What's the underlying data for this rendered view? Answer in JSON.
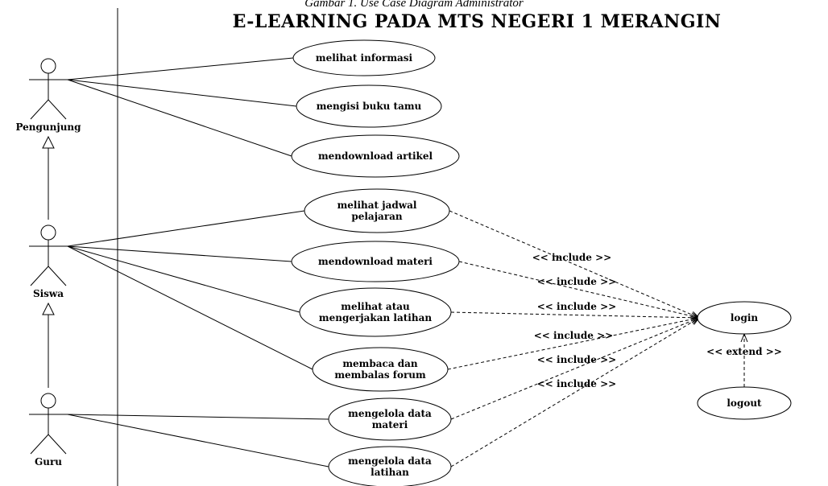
{
  "caption": "Gambar 1. Use Case Diagram Administrator",
  "title": "E-LEARNING PADA MTS NEGERI 1 MERANGIN",
  "actors": [
    {
      "id": "pengunjung",
      "name": "Pengunjung"
    },
    {
      "id": "siswa",
      "name": "Siswa"
    },
    {
      "id": "guru",
      "name": "Guru"
    }
  ],
  "use_cases": [
    {
      "id": "melihat-informasi",
      "lines": [
        "melihat informasi"
      ]
    },
    {
      "id": "mengisi-buku-tamu",
      "lines": [
        "mengisi buku tamu"
      ]
    },
    {
      "id": "mendownload-artikel",
      "lines": [
        "mendownload artikel"
      ]
    },
    {
      "id": "melihat-jadwal",
      "lines": [
        "melihat jadwal",
        "pelajaran"
      ]
    },
    {
      "id": "mendownload-materi",
      "lines": [
        "mendownload materi"
      ]
    },
    {
      "id": "melihat-latihan",
      "lines": [
        "melihat atau",
        "mengerjakan latihan"
      ]
    },
    {
      "id": "membaca-forum",
      "lines": [
        "membaca dan",
        "membalas forum"
      ]
    },
    {
      "id": "mengelola-materi",
      "lines": [
        "mengelola data",
        "materi"
      ]
    },
    {
      "id": "mengelola-latihan",
      "lines": [
        "mengelola data",
        "latihan"
      ]
    },
    {
      "id": "login",
      "lines": [
        "login"
      ]
    },
    {
      "id": "logout",
      "lines": [
        "logout"
      ]
    }
  ],
  "associations": [
    [
      "pengunjung",
      "melihat-informasi"
    ],
    [
      "pengunjung",
      "mengisi-buku-tamu"
    ],
    [
      "pengunjung",
      "mendownload-artikel"
    ],
    [
      "siswa",
      "melihat-jadwal"
    ],
    [
      "siswa",
      "mendownload-materi"
    ],
    [
      "siswa",
      "melihat-latihan"
    ],
    [
      "siswa",
      "membaca-forum"
    ],
    [
      "guru",
      "mengelola-materi"
    ],
    [
      "guru",
      "mengelola-latihan"
    ]
  ],
  "generalizations": [
    {
      "child": "siswa",
      "parent": "pengunjung"
    },
    {
      "child": "guru",
      "parent": "siswa"
    }
  ],
  "include_label": "<< include >>",
  "extend_label": "<< extend >>",
  "includes": [
    "melihat-jadwal",
    "mendownload-materi",
    "melihat-latihan",
    "membaca-forum",
    "mengelola-materi",
    "mengelola-latihan"
  ],
  "extend": {
    "from": "logout",
    "to": "login"
  }
}
